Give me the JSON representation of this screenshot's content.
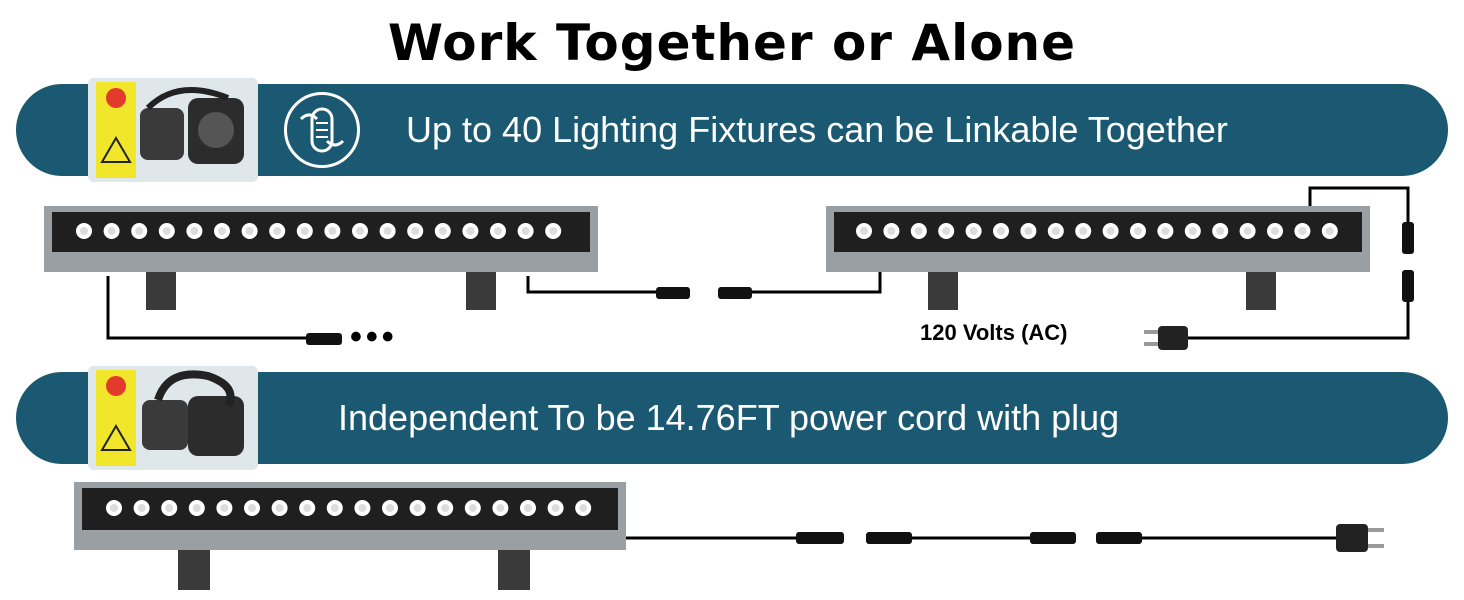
{
  "title": "Work Together or Alone",
  "banners": {
    "linkable": {
      "text": "Up to 40 Lighting Fixtures can be Linkable Together",
      "icon": "link-icon"
    },
    "independent": {
      "text": "Independent To be 14.76FT power cord with plug"
    }
  },
  "voltage_label": "120 Volts (AC)",
  "continuation": "•••",
  "colors": {
    "banner": "#1b5872",
    "fixture_body": "#2a2a2a",
    "fixture_frame": "#9a9fa3",
    "led": "#f2f2f2",
    "cable": "#000000"
  }
}
